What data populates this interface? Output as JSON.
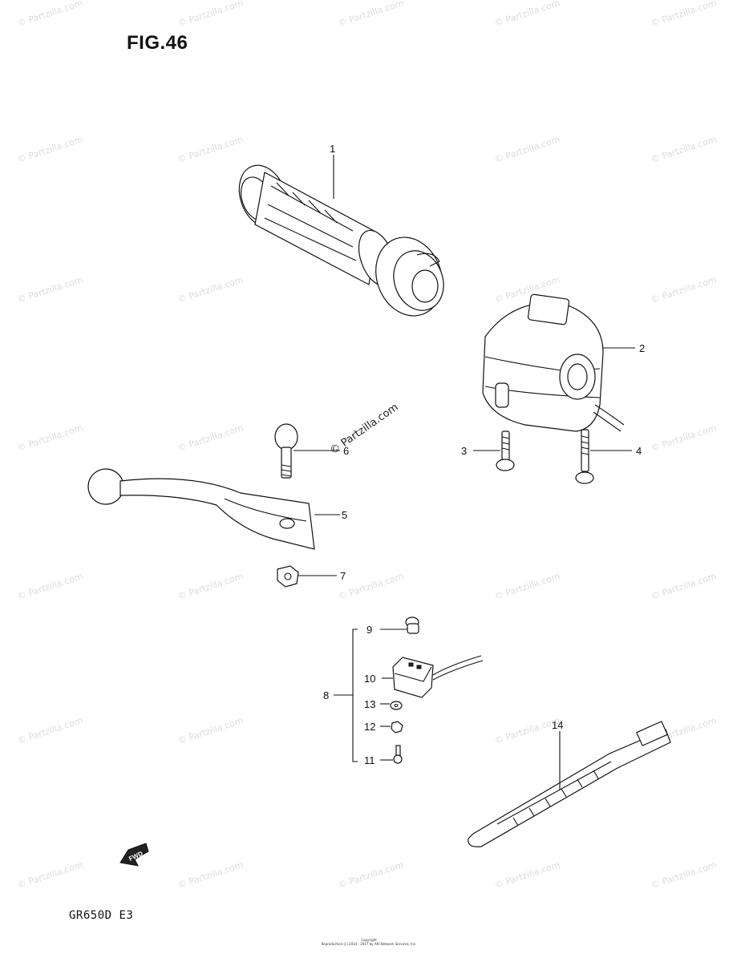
{
  "figure": {
    "title": "FIG.46",
    "model_code": "GR650D  E3"
  },
  "watermark": {
    "text": "© Partzilla.com"
  },
  "copyright": {
    "line1": "Copyright",
    "line2": "Reproduction (c) 2014 - 2017 by ARI Network Services, Inc."
  },
  "fwd_label": "FWD",
  "parts": [
    {
      "ref": "1",
      "name": "grip"
    },
    {
      "ref": "2",
      "name": "switch housing"
    },
    {
      "ref": "3",
      "name": "screw"
    },
    {
      "ref": "4",
      "name": "screw"
    },
    {
      "ref": "5",
      "name": "lever"
    },
    {
      "ref": "6",
      "name": "lever pivot bolt"
    },
    {
      "ref": "7",
      "name": "nut"
    },
    {
      "ref": "8",
      "name": "switch assembly"
    },
    {
      "ref": "9",
      "name": "screw"
    },
    {
      "ref": "10",
      "name": "switch"
    },
    {
      "ref": "11",
      "name": "screw"
    },
    {
      "ref": "12",
      "name": "nut"
    },
    {
      "ref": "13",
      "name": "washer"
    },
    {
      "ref": "14",
      "name": "clamp"
    }
  ],
  "labels": {
    "p1": "1",
    "p2": "2",
    "p3": "3",
    "p4": "4",
    "p5": "5",
    "p6": "6",
    "p7": "7",
    "p8": "8",
    "p9": "9",
    "p10": "10",
    "p11": "11",
    "p12": "12",
    "p13": "13",
    "p14": "14"
  }
}
